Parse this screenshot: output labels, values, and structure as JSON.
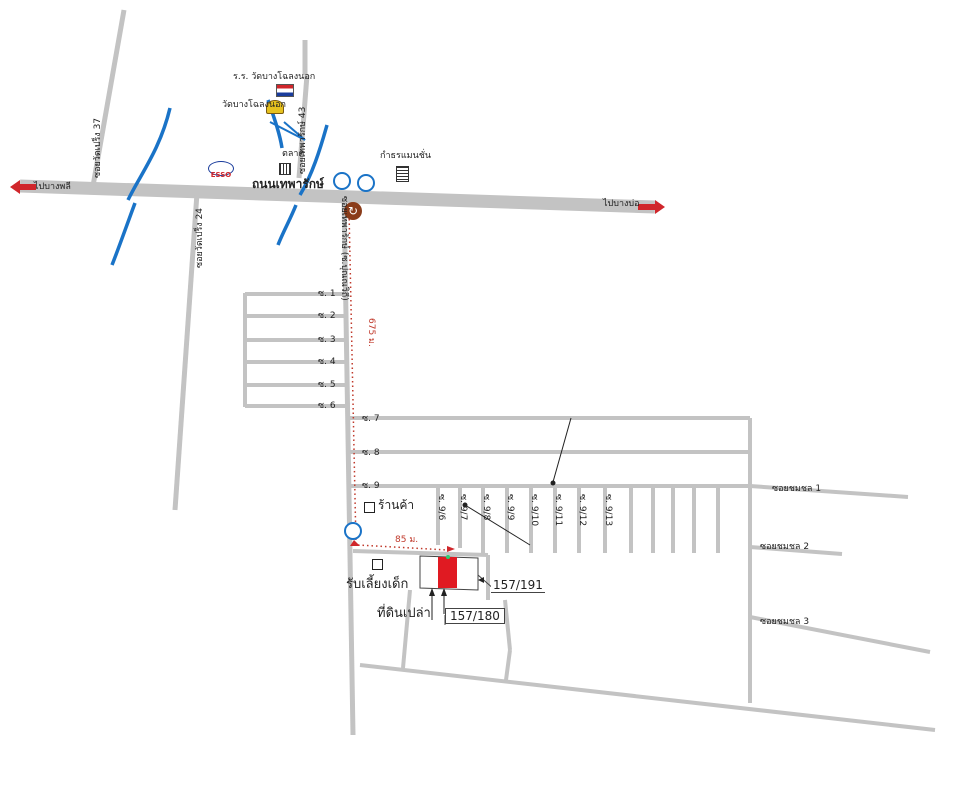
{
  "roads": {
    "main_road": "ถนนเทพารักษ์",
    "to_left": "ไปบางพลี",
    "to_right": "ไปบางบ่อ",
    "soi_left_top": "ซอยวัดเปร็ง 37",
    "soi_left_bottom": "ซอยวัดเปร็ง 24",
    "soi_upper": "ซอยเทพารักษ์ 43",
    "soi_main_vertical": "ซอยเทพารักษ์ (ซ.ปุณณวิถี)",
    "soi_1": "ซ. 1",
    "soi_2": "ซ. 2",
    "soi_3": "ซ. 3",
    "soi_4": "ซ. 4",
    "soi_5": "ซ. 5",
    "soi_6": "ซ. 6",
    "soi_7": "ซ. 7",
    "soi_8": "ซ. 8",
    "soi_9": "ซ. 9",
    "soi_9_6": "ซ. 9/6",
    "soi_9_7": "ซ. 9/7",
    "soi_9_8": "ซ. 9/8",
    "soi_9_9": "ซ. 9/9",
    "soi_9_10": "ซ. 9/10",
    "soi_9_11": "ซ. 9/11",
    "soi_9_12": "ซ. 9/12",
    "soi_9_13": "ซ. 9/13",
    "soi_chonprathan_1": "ซอยชมชล 1",
    "soi_chonprathan_2": "ซอยชมชล 2",
    "soi_chonprathan_3": "ซอยชมชล 3"
  },
  "landmarks": {
    "school": "ร.ร. วัดบางโฉลงนอก",
    "temple": "วัดบางโฉลงนอก",
    "market": "ตลาด",
    "esso": "ESSO",
    "building": "กำธรแมนชั่น",
    "shop": "ร้านค้า",
    "nursery": "รับเลี้ยงเด็ก",
    "vacant_land": "ที่ดินเปล่า"
  },
  "distances": {
    "d1": "675 ม.",
    "d2": "85 ม."
  },
  "plots": {
    "target": "157/191",
    "vacant": "157/180"
  },
  "colors": {
    "road": "#c3c3c3",
    "canal": "#1a73c7",
    "target_plot": "#e01a22",
    "arrow": "#d0262b",
    "dots": "#c0392b"
  },
  "icons": {
    "signal": "traffic-signal-icon",
    "uturn": "uturn-icon",
    "temple": "temple-icon",
    "school": "school-flag-icon",
    "market": "market-icon",
    "building": "building-icon",
    "esso": "esso-logo"
  }
}
